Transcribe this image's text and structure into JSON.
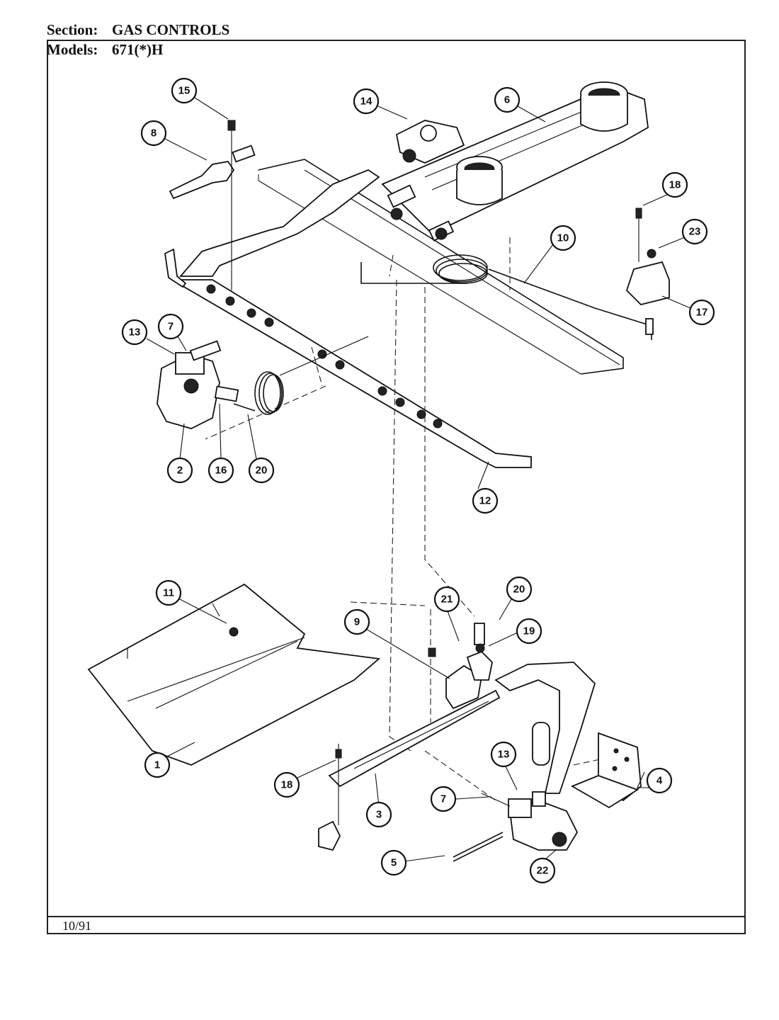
{
  "header": {
    "section_label": "Section:",
    "section_value": "GAS CONTROLS",
    "models_label": "Models:",
    "models_value": "671(*)H"
  },
  "footer": {
    "date": "10/91"
  },
  "callouts": [
    "15",
    "14",
    "6",
    "8",
    "18",
    "23",
    "10",
    "17",
    "13",
    "7",
    "2",
    "16",
    "20",
    "12",
    "11",
    "21",
    "20",
    "9",
    "19",
    "1",
    "18",
    "3",
    "13",
    "7",
    "4",
    "5",
    "22"
  ]
}
